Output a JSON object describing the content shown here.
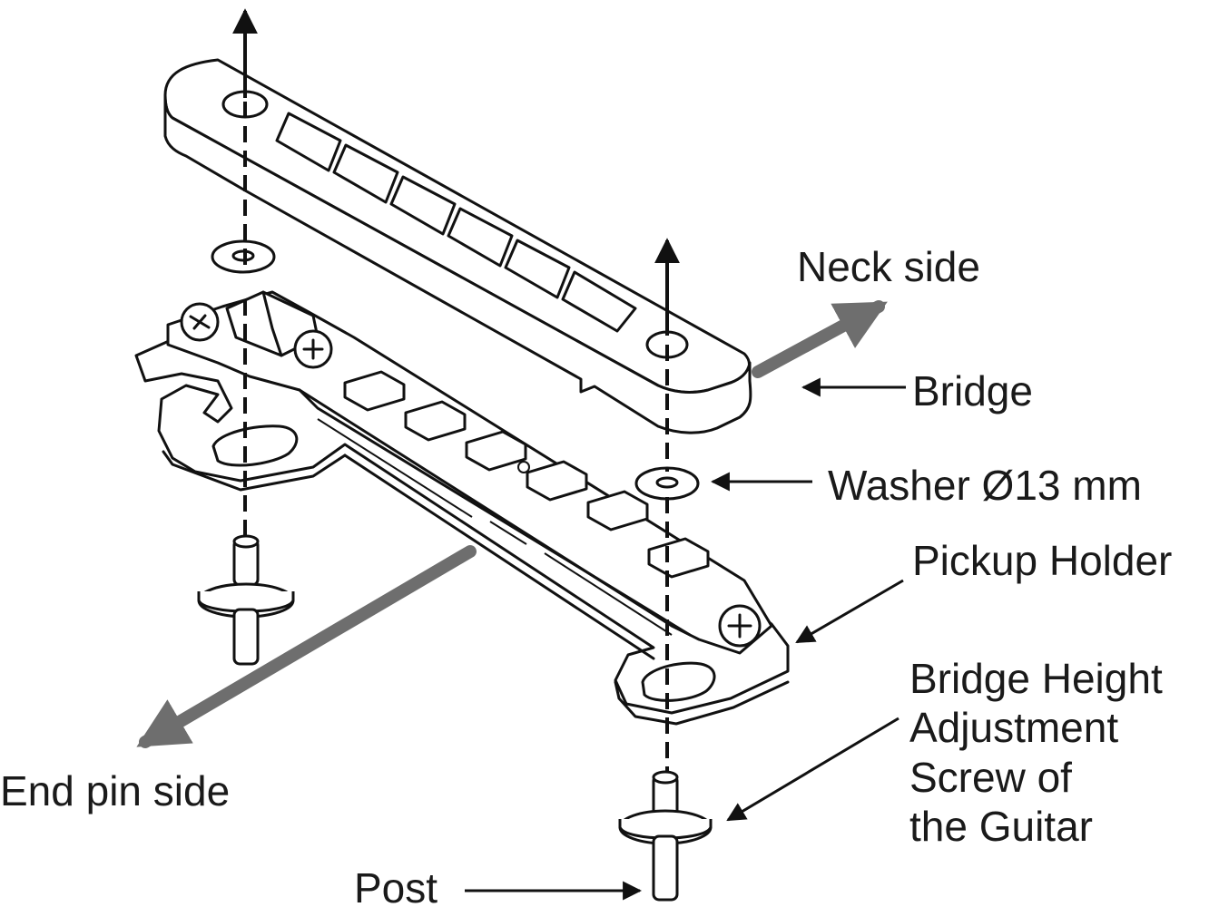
{
  "labels": {
    "neck_side": "Neck side",
    "bridge": "Bridge",
    "washer": "Washer Ø13 mm",
    "pickup_holder": "Pickup Holder",
    "height_screw_line1": "Bridge Height",
    "height_screw_line2": "Adjustment",
    "height_screw_line3": "Screw of",
    "height_screw_line4": "the Guitar",
    "end_pin_side": "End pin side",
    "post": "Post"
  },
  "colors": {
    "line": "#111111",
    "direction_arrow": "#6e6e6e",
    "background": "#ffffff"
  }
}
